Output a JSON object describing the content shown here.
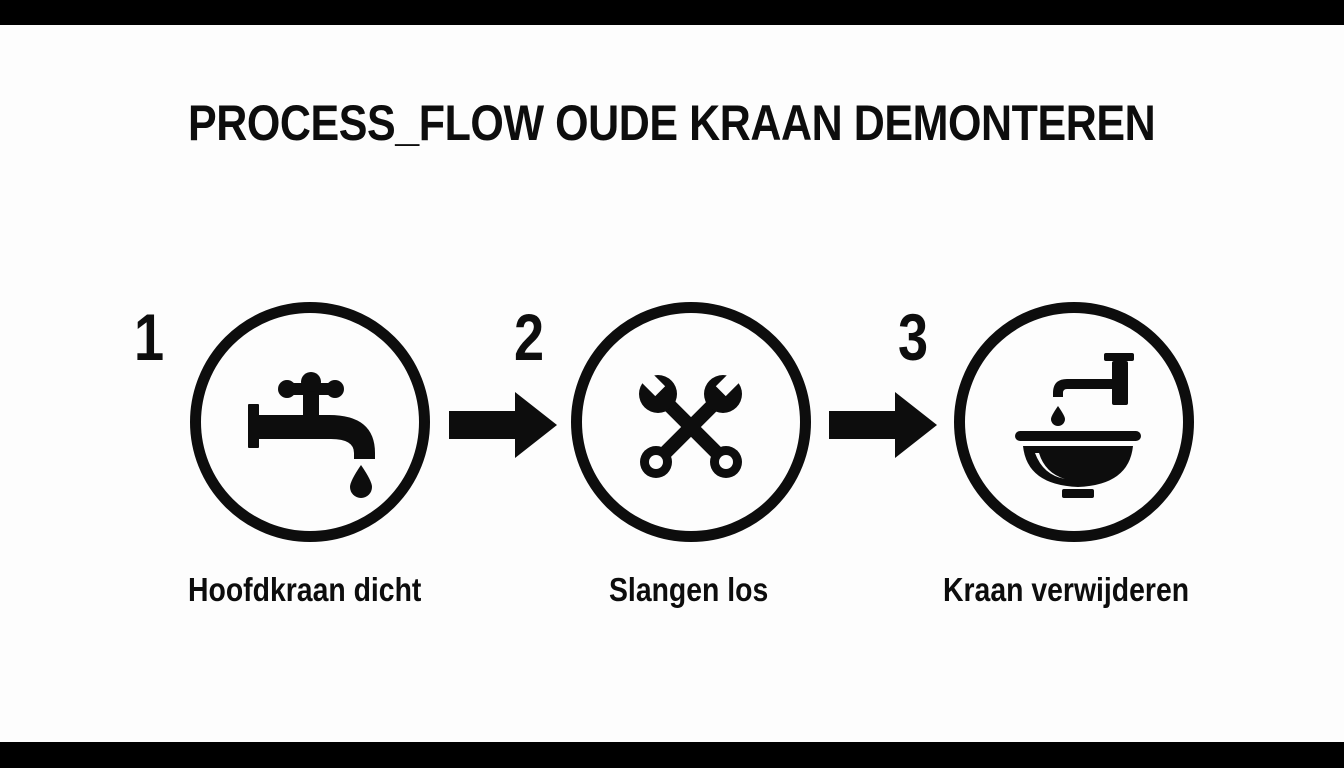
{
  "title": "PROCESS_FLOW OUDE KRAAN DEMONTEREN",
  "steps": [
    {
      "number": "1",
      "label": "Hoofdkraan dicht",
      "icon": "faucet-drip-icon"
    },
    {
      "number": "2",
      "label": "Slangen los",
      "icon": "crossed-wrenches-icon"
    },
    {
      "number": "3",
      "label": "Kraan verwijderen",
      "icon": "basin-tap-icon"
    }
  ],
  "colors": {
    "ink": "#0d0d0d",
    "background": "#fdfdfd",
    "frame_bars": "#000000"
  }
}
